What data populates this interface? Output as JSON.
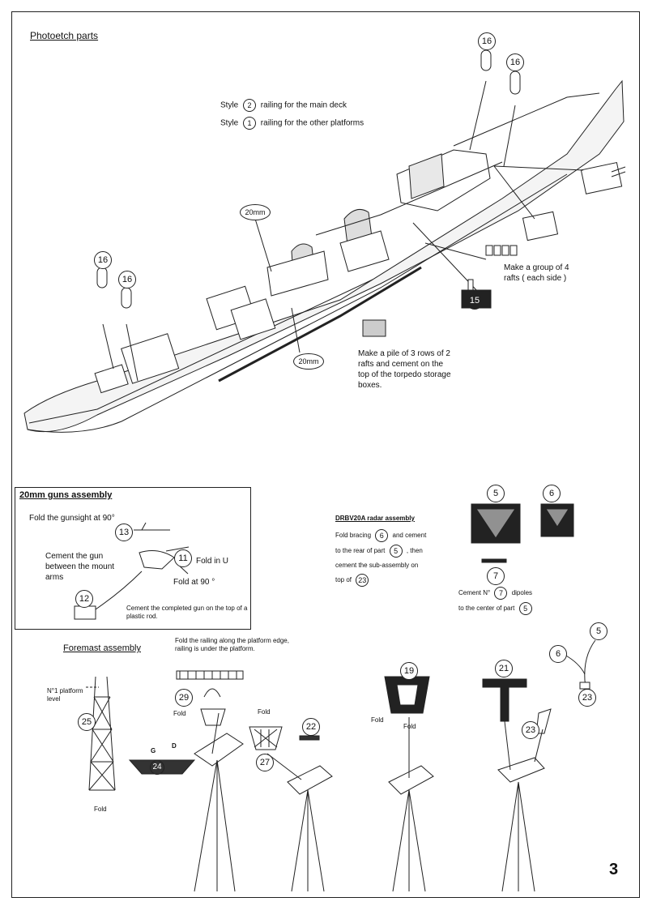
{
  "page_number": "3",
  "photoetch": {
    "title": "Photoetch parts",
    "style_main": {
      "pre": "Style",
      "num": "2",
      "post": "railing for the main deck"
    },
    "style_other": {
      "pre": "Style",
      "num": "1",
      "post": "railing for the other platforms"
    },
    "label_20mm_a": "20mm",
    "label_20mm_b": "20mm",
    "part_16_a": "16",
    "part_16_b": "16",
    "part_16_c": "16",
    "part_16_d": "16",
    "part_15": "15",
    "rafts_group": "Make a group of 4 rafts ( each side )",
    "rafts_pile": "Make a pile of 3 rows of 2 rafts and cement on the top of the torpedo storage boxes."
  },
  "guns": {
    "title": "20mm guns assembly",
    "fold_gunsight": "Fold the gunsight at 90°",
    "cement_gun": "Cement the gun between the mount arms",
    "fold_u": "Fold in U",
    "fold_90": "Fold at 90 °",
    "cement_completed": "Cement the completed gun on the top of a plastic rod.",
    "part_13": "13",
    "part_11": "11",
    "part_12": "12"
  },
  "radar": {
    "title": "DRBV20A radar assembly",
    "line1_pre": "Fold bracing",
    "line1_num": "6",
    "line1_post": "and cement",
    "line2_pre": "to the rear of part",
    "line2_num": "5",
    "line2_post": ", then",
    "line3": "cement the sub-assembly on",
    "line4_pre": "top of",
    "line4_num": "23",
    "part_5": "5",
    "part_6": "6",
    "part_7": "7",
    "dipoles_pre": "Cement N°",
    "dipoles_num": "7",
    "dipoles_post": "dipoles",
    "dipoles_line2_pre": "to the center of part",
    "dipoles_line2_num": "5"
  },
  "foremast": {
    "title": "Foremast assembly",
    "platform_level": "N°1 platform level",
    "fold": "Fold",
    "part_25": "25",
    "part_24": "24",
    "part_29": "29",
    "part_27": "27",
    "part_22": "22",
    "part_19": "19",
    "part_21": "21",
    "part_23": "23",
    "part_23b": "23",
    "part_5": "5",
    "part_6": "6",
    "g": "G",
    "d": "D",
    "fold_railing": "Fold the railing along the platform edge, railing is under the platform.",
    "fold_29": "Fold",
    "fold_27": "Fold",
    "fold_19a": "Fold",
    "fold_19b": "Fold"
  }
}
